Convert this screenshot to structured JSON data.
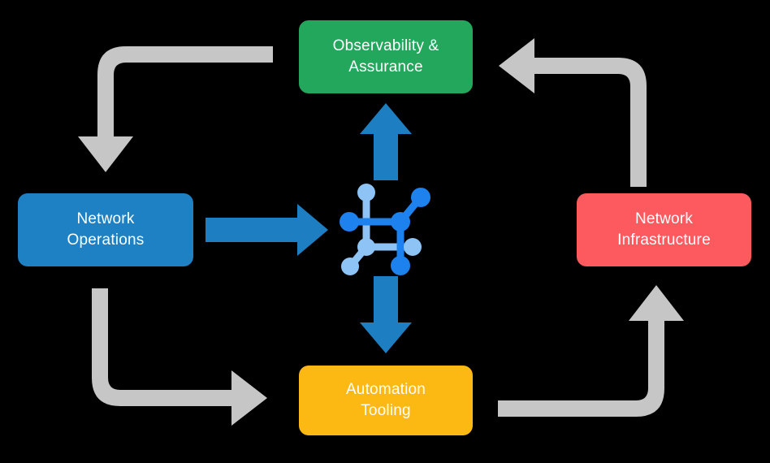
{
  "diagram": {
    "title": "Network automation lifecycle cycle diagram",
    "background_color": "#000000",
    "nodes": [
      {
        "id": "observability",
        "label": "Observability &\nAssurance",
        "color": "#22a75d",
        "text_color": "#ffffff",
        "position": "top"
      },
      {
        "id": "network-operations",
        "label": "Network\nOperations",
        "color": "#1d81c4",
        "text_color": "#ffffff",
        "position": "left"
      },
      {
        "id": "network-infrastructure",
        "label": "Network\nInfrastructure",
        "color": "#fd5a5f",
        "text_color": "#ffffff",
        "position": "right"
      },
      {
        "id": "automation-tooling",
        "label": "Automation\nTooling",
        "color": "#fdb913",
        "text_color": "#ffffff",
        "position": "bottom"
      }
    ],
    "center": {
      "icon": "network-topology-icon",
      "node_color_primary": "#1d81ee",
      "node_color_secondary": "#8dc3f5"
    },
    "connectors": {
      "blue_color": "#1d7fc1",
      "gray_color": "#c6c6c6",
      "blue_arrows": [
        {
          "id": "ops-to-center",
          "direction": "right",
          "from": "network-operations",
          "to": "center"
        },
        {
          "id": "center-to-observability",
          "direction": "up",
          "from": "center",
          "to": "observability"
        },
        {
          "id": "center-to-automation",
          "direction": "down",
          "from": "center",
          "to": "automation-tooling"
        }
      ],
      "gray_arrows": [
        {
          "id": "observability-to-operations",
          "direction": "down",
          "from": "observability",
          "to": "network-operations"
        },
        {
          "id": "infrastructure-to-observability",
          "direction": "left",
          "from": "network-infrastructure",
          "to": "observability"
        },
        {
          "id": "operations-to-automation",
          "direction": "right",
          "from": "network-operations",
          "to": "automation-tooling"
        },
        {
          "id": "automation-to-infrastructure",
          "direction": "up",
          "from": "automation-tooling",
          "to": "network-infrastructure"
        }
      ]
    }
  }
}
